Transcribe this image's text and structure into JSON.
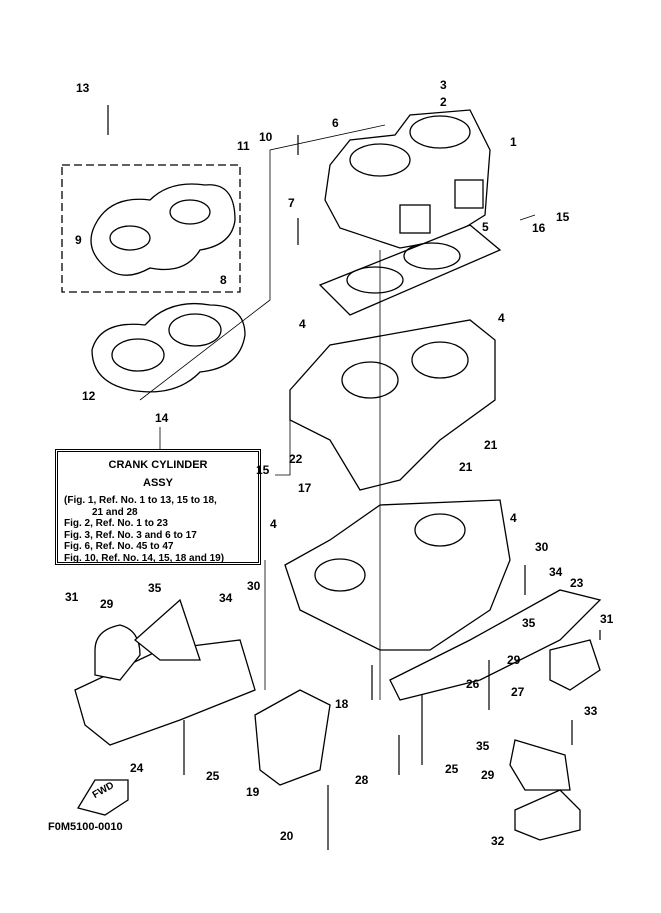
{
  "callouts": [
    "13",
    "10",
    "11",
    "6",
    "3",
    "2",
    "1",
    "15",
    "16",
    "5",
    "7",
    "9",
    "8",
    "12",
    "4",
    "4",
    "14",
    "21",
    "21",
    "22",
    "15",
    "17",
    "4",
    "4",
    "30",
    "34",
    "23",
    "31",
    "29",
    "35",
    "34",
    "30",
    "31",
    "35",
    "29",
    "26",
    "27",
    "18",
    "33",
    "35",
    "29",
    "24",
    "25",
    "28",
    "25",
    "19",
    "20",
    "32"
  ],
  "assy_box": {
    "title": "CRANK CYLINDER",
    "subtitle": "ASSY",
    "lines": [
      "(Fig. 1, Ref. No. 1 to 13, 15 to 18,",
      "21 and 28",
      "Fig. 2, Ref. No. 1 to 23",
      "Fig. 3, Ref. No. 3 and 6 to 17",
      "Fig. 6, Ref. No. 45 to 47",
      "Fig. 10, Ref. No. 14, 15, 18 and 19)"
    ]
  },
  "direction_marker": "FWD",
  "figure_code": "F0M5100-0010"
}
